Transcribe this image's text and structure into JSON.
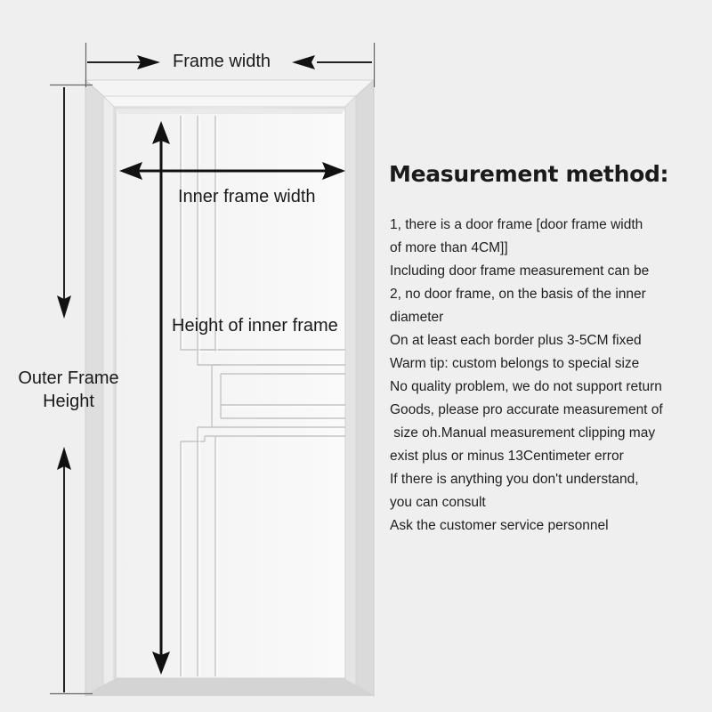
{
  "dimensions": {
    "frame_width": "Frame width",
    "inner_frame_width": "Inner frame width",
    "inner_frame_height": "Height of inner frame",
    "outer_frame_height_line1": "Outer Frame",
    "outer_frame_height_line2": "Height"
  },
  "method": {
    "title": "Measurement method:",
    "lines": [
      "1, there is a door frame [door frame width",
      "of more than 4CM]]",
      "Including door frame measurement can be",
      "2, no door frame, on the basis of the inner",
      "diameter",
      "On at least each border plus 3-5CM fixed",
      "Warm tip: custom belongs to special size",
      "No quality problem, we do not support return",
      "Goods, please pro accurate measurement of",
      " size oh.Manual measurement clipping may",
      "exist plus or minus 13Centimeter error",
      "If there is anything you don't understand,",
      "you can consult",
      "Ask the customer service personnel"
    ]
  },
  "colors": {
    "background": "#efefef",
    "door": "#f7f7f7",
    "arrow": "#111111"
  }
}
